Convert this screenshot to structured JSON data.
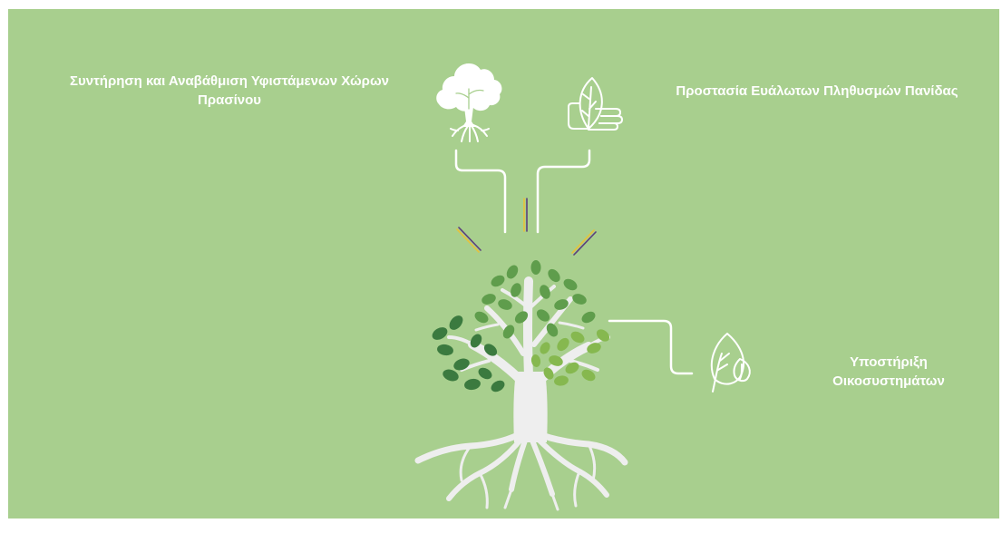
{
  "colors": {
    "background": "#a8cf8e",
    "line": "#ffffff",
    "tree_trunk": "#eeeeee",
    "leaf_dark": "#3b7a3f",
    "leaf_mid": "#5f9d4c",
    "leaf_light": "#86b84f",
    "accent_yellow": "#e8c23a",
    "accent_purple": "#5b3f7c"
  },
  "topics": {
    "green_spaces": {
      "line1": "Συντήρηση και Αναβάθμιση Υφιστάμενων Χώρων",
      "line2": "Πρασίνου",
      "icon": "tree-roots-icon"
    },
    "fauna": {
      "line1": "Προστασία Ευάλωτων Πληθυσμών Πανίδας",
      "icon": "hand-leaf-icon"
    },
    "ecosystems": {
      "line1": "Υποστήριξη",
      "line2": "Οικοσυστημάτων",
      "icon": "leaf-drop-icon"
    }
  },
  "center": {
    "icon": "tree-illustration"
  }
}
